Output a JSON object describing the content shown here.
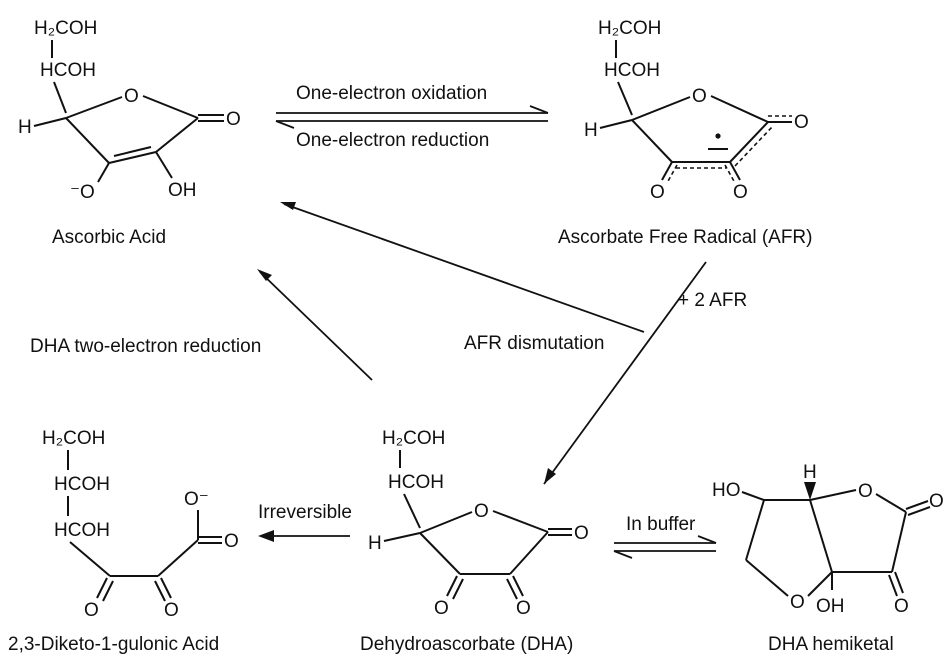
{
  "compounds": {
    "ascorbic_acid": {
      "name": "Ascorbic Acid",
      "atoms": {
        "h2coh": "H₂COH",
        "hcoh": "HCOH",
        "h": "H",
        "o_ring": "O",
        "o_carbonyl": "O",
        "o_minus": "⁻O",
        "oh": "OH"
      }
    },
    "afr": {
      "name": "Ascorbate Free Radical (AFR)",
      "atoms": {
        "h2coh": "H₂COH",
        "hcoh": "HCOH",
        "h": "H",
        "o_ring": "O",
        "o_carbonyl": "O",
        "o_left": "O",
        "o_right": "O"
      }
    },
    "dha": {
      "name": "Dehydroascorbate (DHA)",
      "atoms": {
        "h2coh": "H₂COH",
        "hcoh": "HCOH",
        "h": "H",
        "o_ring": "O",
        "o_carbonyl": "O",
        "o_left": "O",
        "o_right": "O"
      }
    },
    "diketo": {
      "name": "2,3-Diketo-1-gulonic Acid",
      "atoms": {
        "h2coh": "H₂COH",
        "hcoh1": "HCOH",
        "hcoh2": "HCOH",
        "o_minus": "O⁻",
        "o_carboxyl": "O",
        "o_left": "O",
        "o_right": "O"
      }
    },
    "hemiketal": {
      "name": "DHA hemiketal",
      "atoms": {
        "ho": "HO",
        "h": "H",
        "o_top": "O",
        "o_carbonyl": "O",
        "o_bottom": "O",
        "oh": "OH",
        "o_ketone": "O"
      }
    }
  },
  "reactions": {
    "oxidation": "One-electron oxidation",
    "reduction": "One-electron reduction",
    "plus_afr": "+ 2 AFR",
    "dismutation": "AFR dismutation",
    "dha_reduction": "DHA two-electron reduction",
    "irreversible": "Irreversible",
    "in_buffer": "In buffer"
  }
}
